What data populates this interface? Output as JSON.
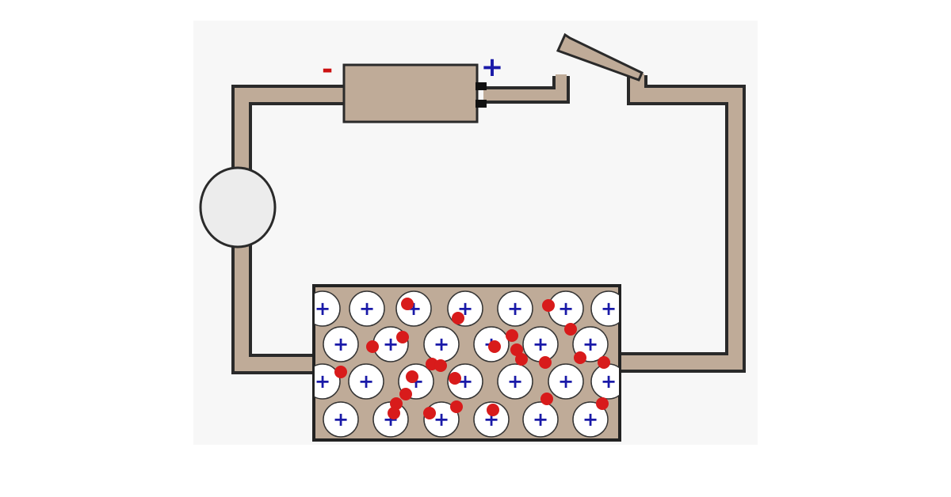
{
  "diagram": {
    "terminals": {
      "negative": "-",
      "positive": "+"
    },
    "ion_label": "+",
    "colors": {
      "background": "#ffffff",
      "panel": "#f7f7f7",
      "wire_fill": "#bfab98",
      "outline": "#2a2a2a",
      "battery_fill": "#bfab98",
      "bulb_fill": "#ececec",
      "ion_fill": "#ffffff",
      "ion_sign": "#1a1aa8",
      "electron": "#d81b1b",
      "negative_sign": "#cc1111",
      "positive_sign": "#1a1aa8"
    },
    "components": [
      "battery",
      "switch",
      "lamp",
      "conductor-lattice"
    ]
  }
}
